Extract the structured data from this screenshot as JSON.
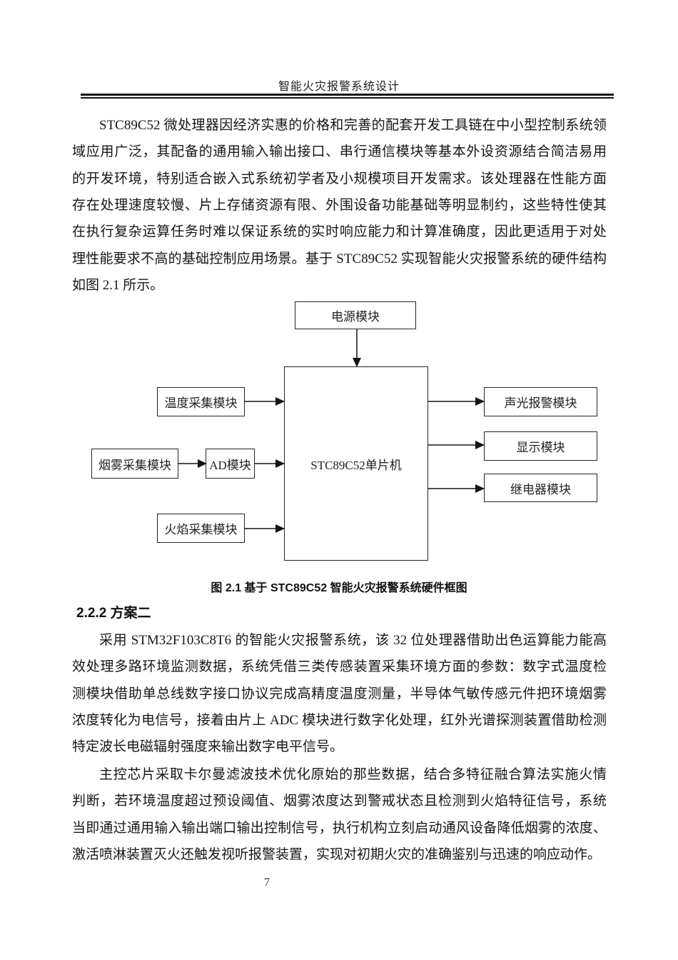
{
  "page": {
    "header_title": "智能火灾报警系统设计",
    "page_number": "7"
  },
  "paragraph1": {
    "lines": [
      "STC89C52 微处理器因经济实惠的价格和完善的配套开发工具链在中小型控制系统领",
      "域应用广泛，其配备的通用输入输出接口、串行通信模块等基本外设资源结合简洁易用",
      "的开发环境，特别适合嵌入式系统初学者及小规模项目开发需求。该处理器在性能方面",
      "存在处理速度较慢、片上存储资源有限、外围设备功能基础等明显制约，这些特性使其",
      "在执行复杂运算任务时难以保证系统的实时响应能力和计算准确度，因此更适用于对处",
      "理性能要求不高的基础控制应用场景。基于 STC89C52 实现智能火灾报警系统的硬件结构",
      "如图 2.1 所示。"
    ]
  },
  "figure": {
    "caption": "图 2.1 基于 STC89C52 智能火灾报警系统硬件框图",
    "diagram": {
      "nodes": {
        "power": "电源模块",
        "mcu": "STC89C52单片机",
        "temp": "温度采集模块",
        "smoke": "烟雾采集模块",
        "ad": "AD模块",
        "flame": "火焰采集模块",
        "alarm": "声光报警模块",
        "display": "显示模块",
        "relay": "继电器模块"
      },
      "edges": [
        "电源模块 → STC89C52单片机",
        "温度采集模块 → STC89C52单片机",
        "烟雾采集模块 → AD模块",
        "AD模块 → STC89C52单片机",
        "火焰采集模块 → STC89C52单片机",
        "STC89C52单片机 → 声光报警模块",
        "STC89C52单片机 → 显示模块",
        "STC89C52单片机 → 继电器模块"
      ]
    }
  },
  "section": {
    "heading": "2.2.2 方案二"
  },
  "paragraph2": {
    "lines": [
      "采用 STM32F103C8T6 的智能火灾报警系统，该 32 位处理器借助出色运算能力能高",
      "效处理多路环境监测数据，系统凭借三类传感装置采集环境方面的参数：数字式温度检",
      "测模块借助单总线数字接口协议完成高精度温度测量，半导体气敏传感元件把环境烟雾",
      "浓度转化为电信号，接着由片上 ADC 模块进行数字化处理，红外光谱探测装置借助检测",
      "特定波长电磁辐射强度来输出数字电平信号。"
    ]
  },
  "paragraph3": {
    "lines": [
      "主控芯片采取卡尔曼滤波技术优化原始的那些数据，结合多特征融合算法实施火情",
      "判断，若环境温度超过预设阈值、烟雾浓度达到警戒状态且检测到火焰特征信号，系统",
      "当即通过通用输入输出端口输出控制信号，执行机构立刻启动通风设备降低烟雾的浓度、",
      "激活喷淋装置灭火还触发视听报警装置，实现对初期火灾的准确鉴别与迅速的响应动作。"
    ]
  }
}
